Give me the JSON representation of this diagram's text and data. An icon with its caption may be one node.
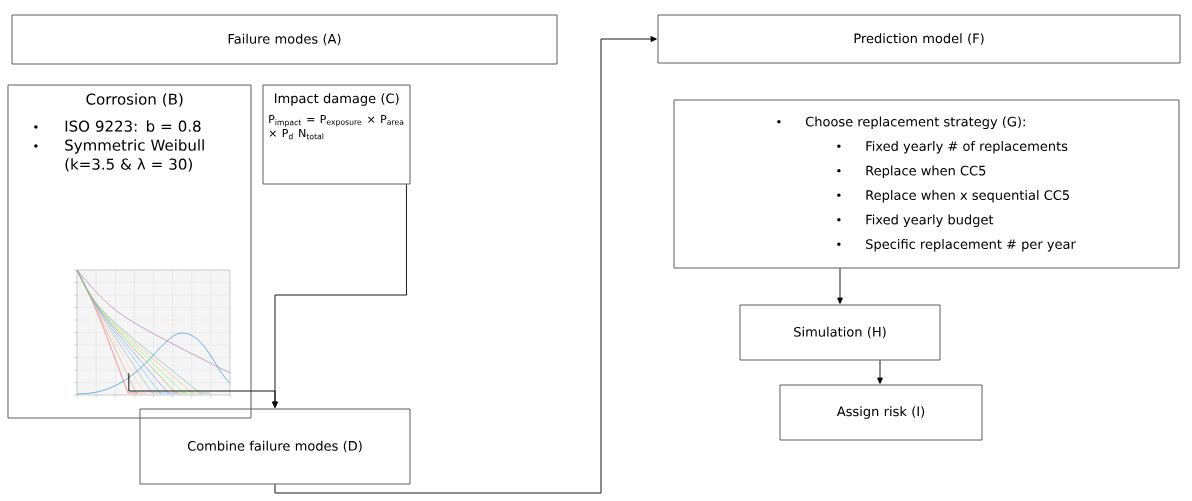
{
  "diagram": {
    "nodes": [
      {
        "text": [
          "Failure modes (A)"
        ]
      },
      {
        "text": [
          "Corrosion (B)",
          "ISO 9223: b = 0.8",
          "Symmetric Weibull (k=3.5 & λ = 30)"
        ]
      },
      {
        "text": [
          "Impact damage (C)",
          "P$_{impact}$ = P$_{exposure}$ × P$_{area}$ × P$_{d}$ N$_{total}$"
        ]
      },
      {
        "text": [],
        "shape": "picture",
        "in": 1
      },
      {
        "text": [
          "Combine failure modes (D)"
        ]
      },
      {
        "text": [
          "Prediction model (F)"
        ]
      },
      {
        "text": [
          "Choose replacement strategy (G):",
          "Fixed yearly # of replacements",
          "Replace when CC5",
          "Replace when x sequential CC5",
          "Fixed yearly budget",
          "Specific replacement # per year"
        ]
      },
      {
        "text": [
          "Simulation (H)"
        ]
      },
      {
        "text": [
          "Assign risk (I)"
        ]
      }
    ],
    "edges": [
      {
        "from": 2,
        "to": 4,
        "arrow": "to"
      },
      {
        "from": 3,
        "to": 4,
        "arrow": "to"
      },
      {
        "from": 4,
        "to": 5,
        "arrow": "to"
      },
      {
        "from": 6,
        "to": 7,
        "arrow": "to"
      },
      {
        "from": 7,
        "to": 8,
        "arrow": "to"
      }
    ]
  }
}
